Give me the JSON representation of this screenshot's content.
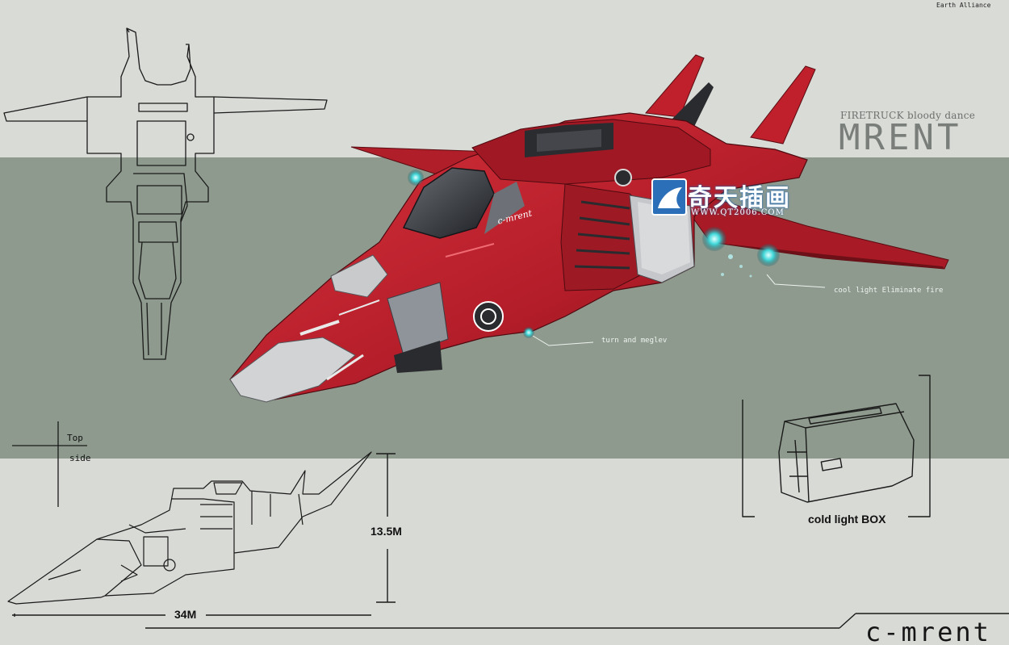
{
  "texts": {
    "earth_alliance": "Earth Alliance",
    "firetruck": "FIRETRUCK bloody dance",
    "title": "MRENT",
    "watermark": "奇天插画",
    "watermark_url": "WWW.QT2006.COM",
    "hull_mark": "c-mrent",
    "callout_cool": "cool light Eliminate fire",
    "callout_turn": "turn and meglev",
    "view_top": "Top",
    "view_side": "side",
    "height": "13.5M",
    "length": "34M",
    "box_label": "cold light BOX",
    "signature": "c-mrent"
  },
  "colors": {
    "hull_red": "#c0202c",
    "hull_dark_red": "#8a1520",
    "panel_grey": "#c9cacc",
    "glow_cyan": "#3fd6d8",
    "band_green": "#8e9a8e",
    "band_light": "#d9dbd7"
  },
  "icons": [
    "watermark-logo-icon",
    "engine-glow-icon",
    "hull-emblem-icon"
  ]
}
